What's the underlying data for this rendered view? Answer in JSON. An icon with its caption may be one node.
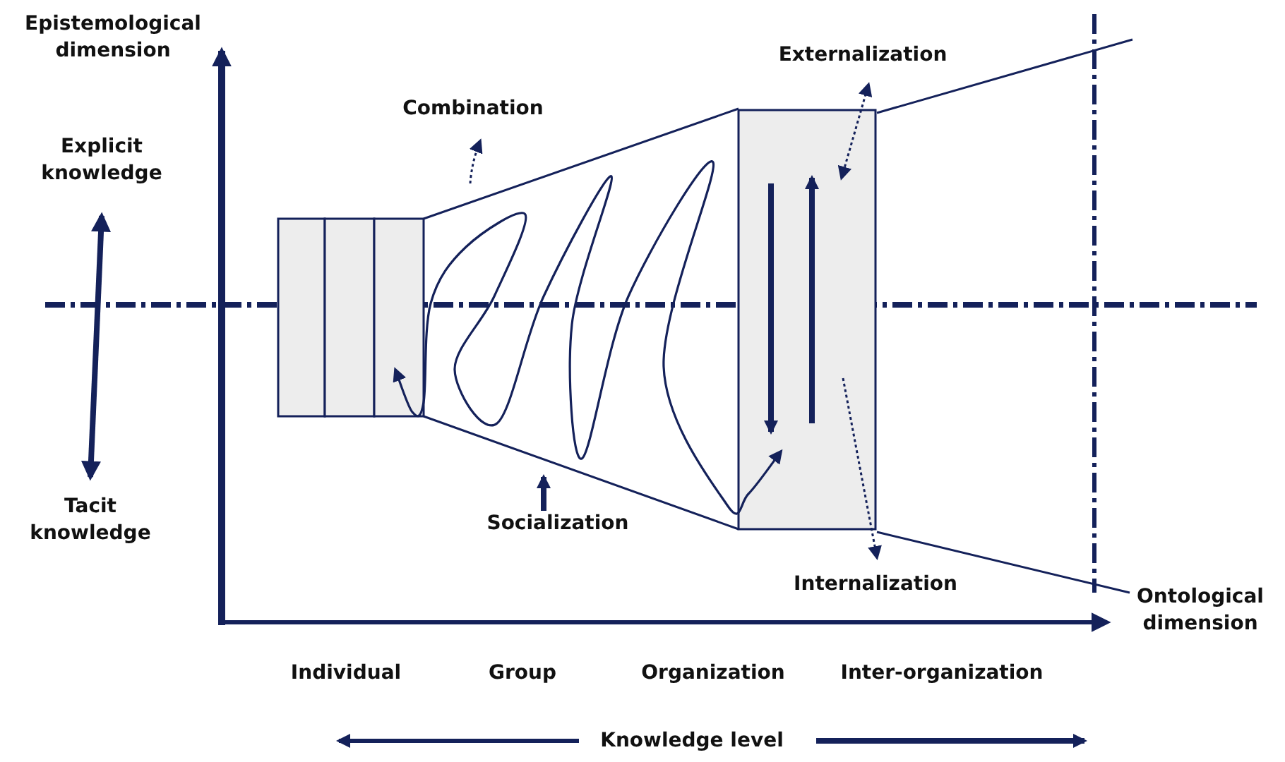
{
  "diagram": {
    "nodes": [
      {
        "text": [
          "Explicit knowledge"
        ]
      },
      {
        "text": [
          "Tacit knowledge"
        ]
      }
    ],
    "edges": [
      {
        "from": 0,
        "to": 1,
        "arrow": "both"
      }
    ],
    "labels": [
      "Epistemological dimension",
      "Combination",
      "Externalization",
      "Socialization",
      "Internalization",
      "Ontological dimension",
      "Individual",
      "Group",
      "Organization",
      "Inter-organization",
      "Knowledge level"
    ]
  }
}
